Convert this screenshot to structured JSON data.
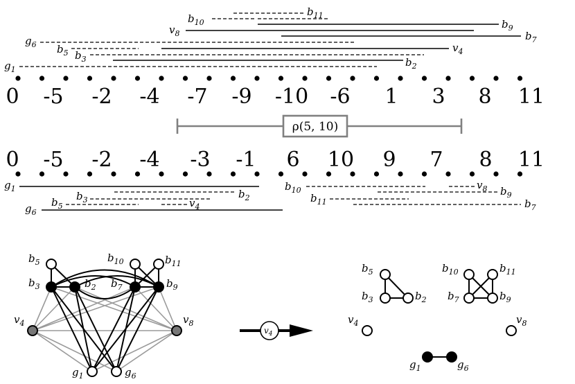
{
  "top_sequence": [
    "0",
    "-5",
    "-2",
    "-4",
    "-7",
    "-9",
    "-10",
    "-6",
    "1",
    "3",
    "8",
    "11"
  ],
  "bottom_sequence": [
    "0",
    "-5",
    "-2",
    "-4",
    "-3",
    "-1",
    "6",
    "10",
    "9",
    "7",
    "8",
    "11"
  ],
  "rho_label": "ρ(5, 10)",
  "arrow_label": {
    "base": "v",
    "sub": "4"
  },
  "top_intervals": [
    {
      "base": "b",
      "sub": "10"
    },
    {
      "base": "b",
      "sub": "11"
    },
    {
      "base": "v",
      "sub": "8"
    },
    {
      "base": "b",
      "sub": "9"
    },
    {
      "base": "b",
      "sub": "7"
    },
    {
      "base": "g",
      "sub": "6"
    },
    {
      "base": "b",
      "sub": "5"
    },
    {
      "base": "v",
      "sub": "4"
    },
    {
      "base": "b",
      "sub": "3"
    },
    {
      "base": "g",
      "sub": "1"
    },
    {
      "base": "b",
      "sub": "2"
    }
  ],
  "bottom_left_intervals": [
    {
      "base": "g",
      "sub": "1"
    },
    {
      "base": "b",
      "sub": "3"
    },
    {
      "base": "b",
      "sub": "2"
    },
    {
      "base": "b",
      "sub": "5"
    },
    {
      "base": "v",
      "sub": "4"
    },
    {
      "base": "g",
      "sub": "6"
    }
  ],
  "bottom_right_intervals": [
    {
      "base": "b",
      "sub": "10"
    },
    {
      "base": "v",
      "sub": "8"
    },
    {
      "base": "b",
      "sub": "9"
    },
    {
      "base": "b",
      "sub": "11"
    },
    {
      "base": "b",
      "sub": "7"
    }
  ],
  "left_graph_nodes": [
    {
      "base": "b",
      "sub": "5"
    },
    {
      "base": "b",
      "sub": "3"
    },
    {
      "base": "b",
      "sub": "2"
    },
    {
      "base": "b",
      "sub": "10"
    },
    {
      "base": "b",
      "sub": "11"
    },
    {
      "base": "b",
      "sub": "7"
    },
    {
      "base": "b",
      "sub": "9"
    },
    {
      "base": "v",
      "sub": "4"
    },
    {
      "base": "v",
      "sub": "8"
    },
    {
      "base": "g",
      "sub": "1"
    },
    {
      "base": "g",
      "sub": "6"
    }
  ],
  "right_graph_nodes": [
    {
      "base": "b",
      "sub": "5"
    },
    {
      "base": "b",
      "sub": "3"
    },
    {
      "base": "b",
      "sub": "2"
    },
    {
      "base": "b",
      "sub": "10"
    },
    {
      "base": "b",
      "sub": "11"
    },
    {
      "base": "b",
      "sub": "7"
    },
    {
      "base": "b",
      "sub": "9"
    },
    {
      "base": "v",
      "sub": "4"
    },
    {
      "base": "v",
      "sub": "8"
    },
    {
      "base": "g",
      "sub": "1"
    },
    {
      "base": "g",
      "sub": "6"
    }
  ]
}
